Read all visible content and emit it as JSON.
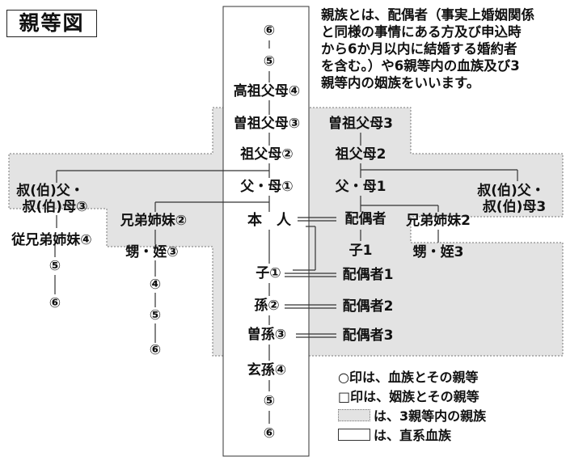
{
  "title": "親等図",
  "description_lines": [
    "親族とは、配偶者（事実上婚姻関係",
    "と同様の事情にある方及び申込時",
    "から6か月以内に結婚する婚約者",
    "を含む。）や6親等内の血族及び3",
    "親等内の姻族をいいます。"
  ],
  "nodes": {
    "self": "本　人",
    "lineal_up_6": "⑥",
    "lineal_up_5": "⑤",
    "great_great_grandparents": "高祖父母④",
    "great_grandparents": "曽祖父母③",
    "grandparents": "祖父母②",
    "parents": "父・母①",
    "child": "子①",
    "grandchild": "孫②",
    "great_grandchild": "曽孫③",
    "great_great_grandchild": "玄孫④",
    "lineal_down_5": "⑤",
    "lineal_down_6": "⑥",
    "uncle_aunt_blood_1": "叔(伯)父・",
    "uncle_aunt_blood_2": "叔(伯)母③",
    "cousin": "従兄弟姉妹④",
    "cousin_5": "⑤",
    "cousin_6": "⑥",
    "siblings": "兄弟姉妹②",
    "nephew_niece": "甥・姪③",
    "nephew_4": "④",
    "nephew_5": "⑤",
    "nephew_6": "⑥",
    "in_law_great_grandparents": "曽祖父母3",
    "in_law_grandparents": "祖父母2",
    "in_law_parents": "父・母1",
    "in_law_uncle_aunt_1": "叔(伯)父・",
    "in_law_uncle_aunt_2": "叔(伯)母3",
    "spouse": "配偶者",
    "in_law_siblings": "兄弟姉妹2",
    "spouse_child": "子1",
    "in_law_nephew_niece": "甥・姪3",
    "child_spouse": "配偶者1",
    "grandchild_spouse": "配偶者2",
    "great_grandchild_spouse": "配偶者3"
  },
  "legend": {
    "circle": "○印は、血族とその親等",
    "square": "□印は、姻族とその親等",
    "gray": "は、3親等内の親族",
    "white": "は、直系血族"
  },
  "colors": {
    "shading": "#e3e3e3",
    "line": "#333333"
  }
}
